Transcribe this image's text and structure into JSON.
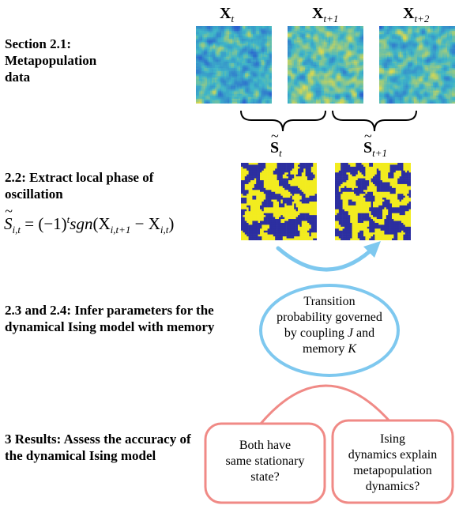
{
  "sections": {
    "s21": "Section 2.1: Metapopulation data",
    "s22": "2.2: Extract local phase of oscillation",
    "s23": "2.3 and 2.4: Infer parameters for the dynamical Ising model with memory",
    "s3": "3 Results: Assess the accuracy of the dynamical Ising model"
  },
  "formula": {
    "lhs_symbol": "S",
    "lhs_sub": "i,t",
    "eq": " = (−1)",
    "sup": "t",
    "fn": "sgn",
    "open": "(X",
    "sub1": "i,t+1",
    "minus": " − X",
    "sub2": "i,t",
    "close": ")"
  },
  "var_labels": {
    "x_symbol": "X",
    "x_t": "t",
    "x_t1": "t+1",
    "x_t2": "t+2",
    "s_symbol": "S",
    "s_t": "t",
    "s_t1": "t+1"
  },
  "ising_node": {
    "line1": "Transition",
    "line2": "probability governed",
    "line3": "by coupling J and",
    "line4": "memory K"
  },
  "result_left": {
    "line1": "Both have",
    "line2": "same stationary",
    "line3": "state?"
  },
  "result_right": {
    "line1": "Ising",
    "line2": "dynamics explain",
    "line3": "metapopulation",
    "line4": "dynamics?"
  },
  "colors": {
    "heat_low": "#2a5fcf",
    "heat_mid": "#3fb6c8",
    "heat_high": "#e0d94a",
    "spin_up": "#f2ec1f",
    "spin_down": "#2c2fa0",
    "arrow_blue": "#7ec8ef",
    "node_pink": "#f08a86"
  }
}
